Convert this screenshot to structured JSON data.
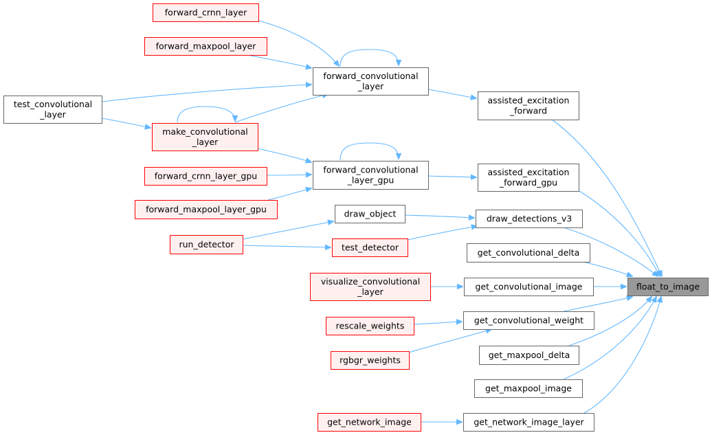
{
  "colors": {
    "edge": "#63b8ff",
    "default_fill": "#ffffff",
    "default_stroke": "#666666",
    "red_fill": "#fff0f0",
    "red_stroke": "#ff0000",
    "focus_fill": "#999999",
    "focus_stroke": "#666666"
  },
  "nodes": [
    {
      "id": "forward_crnn_layer",
      "lines": [
        "forward_crnn_layer"
      ],
      "style": "red"
    },
    {
      "id": "forward_maxpool_layer",
      "lines": [
        "forward_maxpool_layer"
      ],
      "style": "red"
    },
    {
      "id": "forward_convolutional_layer",
      "lines": [
        "forward_convolutional",
        "_layer"
      ],
      "style": "default"
    },
    {
      "id": "test_convolutional_layer",
      "lines": [
        "test_convolutional",
        "_layer"
      ],
      "style": "default"
    },
    {
      "id": "make_convolutional_layer",
      "lines": [
        "make_convolutional",
        "_layer"
      ],
      "style": "red"
    },
    {
      "id": "assisted_excitation_forward",
      "lines": [
        "assisted_excitation",
        "_forward"
      ],
      "style": "default"
    },
    {
      "id": "forward_crnn_layer_gpu",
      "lines": [
        "forward_crnn_layer_gpu"
      ],
      "style": "red"
    },
    {
      "id": "forward_convolutional_layer_gpu",
      "lines": [
        "forward_convolutional",
        "_layer_gpu"
      ],
      "style": "default"
    },
    {
      "id": "assisted_excitation_forward_gpu",
      "lines": [
        "assisted_excitation",
        "_forward_gpu"
      ],
      "style": "default"
    },
    {
      "id": "forward_maxpool_layer_gpu",
      "lines": [
        "forward_maxpool_layer_gpu"
      ],
      "style": "red"
    },
    {
      "id": "draw_object",
      "lines": [
        "draw_object"
      ],
      "style": "default"
    },
    {
      "id": "draw_detections_v3",
      "lines": [
        "draw_detections_v3"
      ],
      "style": "default"
    },
    {
      "id": "run_detector",
      "lines": [
        "run_detector"
      ],
      "style": "red"
    },
    {
      "id": "test_detector",
      "lines": [
        "test_detector"
      ],
      "style": "red"
    },
    {
      "id": "get_convolutional_delta",
      "lines": [
        "get_convolutional_delta"
      ],
      "style": "default"
    },
    {
      "id": "visualize_convolutional_layer",
      "lines": [
        "visualize_convolutional",
        "_layer"
      ],
      "style": "red"
    },
    {
      "id": "get_convolutional_image",
      "lines": [
        "get_convolutional_image"
      ],
      "style": "default"
    },
    {
      "id": "float_to_image",
      "lines": [
        "float_to_image"
      ],
      "style": "focus"
    },
    {
      "id": "rescale_weights",
      "lines": [
        "rescale_weights"
      ],
      "style": "red"
    },
    {
      "id": "get_convolutional_weight",
      "lines": [
        "get_convolutional_weight"
      ],
      "style": "default"
    },
    {
      "id": "rgbgr_weights",
      "lines": [
        "rgbgr_weights"
      ],
      "style": "red"
    },
    {
      "id": "get_maxpool_delta",
      "lines": [
        "get_maxpool_delta"
      ],
      "style": "default"
    },
    {
      "id": "get_maxpool_image",
      "lines": [
        "get_maxpool_image"
      ],
      "style": "default"
    },
    {
      "id": "get_network_image",
      "lines": [
        "get_network_image"
      ],
      "style": "red"
    },
    {
      "id": "get_network_image_layer",
      "lines": [
        "get_network_image_layer"
      ],
      "style": "default"
    }
  ],
  "edges": [
    {
      "from": "forward_crnn_layer",
      "to": "forward_convolutional_layer"
    },
    {
      "from": "forward_maxpool_layer",
      "to": "forward_convolutional_layer"
    },
    {
      "from": "forward_convolutional_layer",
      "to": "forward_convolutional_layer"
    },
    {
      "from": "test_convolutional_layer",
      "to": "forward_convolutional_layer"
    },
    {
      "from": "make_convolutional_layer",
      "to": "forward_convolutional_layer"
    },
    {
      "from": "test_convolutional_layer",
      "to": "make_convolutional_layer"
    },
    {
      "from": "make_convolutional_layer",
      "to": "make_convolutional_layer"
    },
    {
      "from": "forward_convolutional_layer",
      "to": "assisted_excitation_forward"
    },
    {
      "from": "make_convolutional_layer",
      "to": "forward_convolutional_layer_gpu"
    },
    {
      "from": "forward_convolutional_layer_gpu",
      "to": "forward_convolutional_layer_gpu"
    },
    {
      "from": "forward_crnn_layer_gpu",
      "to": "forward_convolutional_layer_gpu"
    },
    {
      "from": "forward_maxpool_layer_gpu",
      "to": "forward_convolutional_layer_gpu"
    },
    {
      "from": "forward_convolutional_layer_gpu",
      "to": "assisted_excitation_forward_gpu"
    },
    {
      "from": "run_detector",
      "to": "draw_object"
    },
    {
      "from": "run_detector",
      "to": "test_detector"
    },
    {
      "from": "draw_object",
      "to": "draw_detections_v3"
    },
    {
      "from": "test_detector",
      "to": "draw_detections_v3"
    },
    {
      "from": "visualize_convolutional_layer",
      "to": "get_convolutional_image"
    },
    {
      "from": "rescale_weights",
      "to": "get_convolutional_weight"
    },
    {
      "from": "rgbgr_weights",
      "to": "get_convolutional_weight"
    },
    {
      "from": "get_network_image",
      "to": "get_network_image_layer"
    },
    {
      "from": "assisted_excitation_forward",
      "to": "float_to_image"
    },
    {
      "from": "assisted_excitation_forward_gpu",
      "to": "float_to_image"
    },
    {
      "from": "draw_detections_v3",
      "to": "float_to_image"
    },
    {
      "from": "get_convolutional_delta",
      "to": "float_to_image"
    },
    {
      "from": "get_convolutional_image",
      "to": "float_to_image"
    },
    {
      "from": "get_convolutional_weight",
      "to": "float_to_image"
    },
    {
      "from": "get_maxpool_delta",
      "to": "float_to_image"
    },
    {
      "from": "get_maxpool_image",
      "to": "float_to_image"
    },
    {
      "from": "get_network_image_layer",
      "to": "float_to_image"
    }
  ]
}
